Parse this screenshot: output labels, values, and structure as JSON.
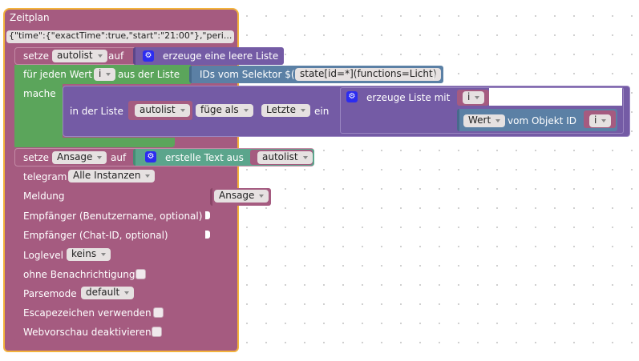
{
  "schedule": {
    "title": "Zeitplan",
    "value": "{\"time\":{\"exactTime\":true,\"start\":\"21:00\"},\"peri..."
  },
  "set1": {
    "set_label": "setze",
    "variable": "autolist",
    "on_label": "auf",
    "create_empty": "erzeuge eine leere Liste"
  },
  "foreach": {
    "label": "für jeden Wert",
    "var": "i",
    "from_label": "aus der Liste",
    "selector_label": "IDs vom Selektor $(",
    "selector_value": "state[id=*](functions=Licht)",
    "selector_close": ")",
    "do_label": "mache"
  },
  "insert": {
    "in_label": "in der Liste",
    "list": "autolist",
    "mode": "füge als",
    "position": "Letzte",
    "suffix": "ein",
    "create_with": "erzeuge Liste mit",
    "item_var": "i",
    "value_field": "Wert",
    "of_object": "vom Objekt ID",
    "object_var": "i"
  },
  "set2": {
    "set_label": "setze",
    "variable": "Ansage",
    "on_label": "auf",
    "create_text": "erstelle Text aus",
    "source": "autolist"
  },
  "telegram": {
    "label": "telegram",
    "instance": "Alle Instanzen",
    "message_label": "Meldung",
    "message_var": "Ansage",
    "recipient_user": "Empfänger (Benutzername, optional)",
    "recipient_chat": "Empfänger (Chat-ID, optional)",
    "loglevel_label": "Loglevel",
    "loglevel_value": "keins",
    "silent_label": "ohne Benachrichtigung",
    "parsemode_label": "Parsemode",
    "parsemode_value": "default",
    "escape_label": "Escapezeichen verwenden",
    "preview_label": "Webvorschau deaktivieren"
  },
  "colors": {
    "schedule": "#a55b80",
    "schedule_border": "#f3b33c",
    "set": "#a55b80",
    "loop": "#5ba55b",
    "list": "#745ba5",
    "selector": "#5b80a5",
    "text": "#5ba58c",
    "telegram": "#a55b80"
  }
}
